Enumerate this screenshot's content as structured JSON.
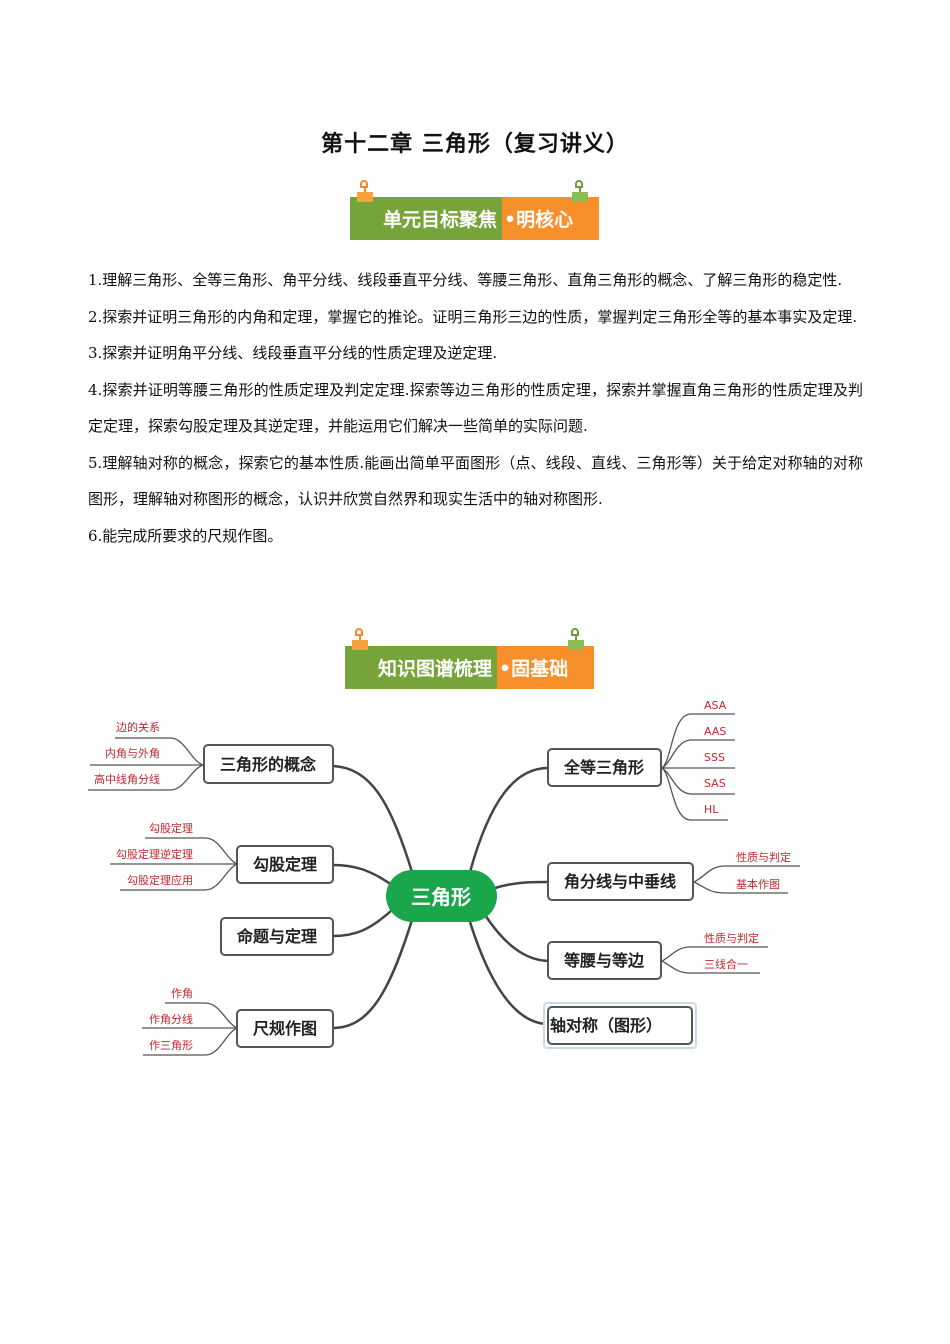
{
  "document": {
    "title": "第十二章 三角形（复习讲义）"
  },
  "banner_goals": {
    "main": "单元目标聚焦",
    "sub": "•明核心",
    "colors": {
      "green": "#77a43a",
      "orange": "#f7902b"
    }
  },
  "goals": [
    "1.理解三角形、全等三角形、角平分线、线段垂直平分线、等腰三角形、直角三角形的概念、了解三角形的稳定性.",
    "2.探索并证明三角形的内角和定理，掌握它的推论。证明三角形三边的性质，掌握判定三角形全等的基本事实及定理.",
    "3.探索并证明角平分线、线段垂直平分线的性质定理及逆定理.",
    "4.探索并证明等腰三角形的性质定理及判定定理.探索等边三角形的性质定理，探索并掌握直角三角形的性质定理及判定定理，探索勾股定理及其逆定理，并能运用它们解决一些简单的实际问题.",
    "5.理解轴对称的概念，探索它的基本性质.能画出简单平面图形（点、线段、直线、三角形等）关于给定对称轴的对称图形，理解轴对称图形的概念，认识并欣赏自然界和现实生活中的轴对称图形.",
    "6.能完成所要求的尺规作图。"
  ],
  "banner_map": {
    "main": "知识图谱梳理",
    "sub": "•固基础"
  },
  "mindmap": {
    "center": {
      "label": "三角形",
      "color": "#1aa64b"
    },
    "left": [
      {
        "label": "三角形的概念",
        "children": [
          "边的关系",
          "内角与外角",
          "高中线角分线"
        ]
      },
      {
        "label": "勾股定理",
        "children": [
          "勾股定理",
          "勾股定理逆定理",
          "勾股定理应用"
        ]
      },
      {
        "label": "命题与定理",
        "children": []
      },
      {
        "label": "尺规作图",
        "children": [
          "作角",
          "作角分线",
          "作三角形"
        ]
      }
    ],
    "right": [
      {
        "label": "全等三角形",
        "children": [
          "ASA",
          "AAS",
          "SSS",
          "SAS",
          "HL"
        ]
      },
      {
        "label": "角分线与中垂线",
        "children": [
          "性质与判定",
          "基本作图"
        ]
      },
      {
        "label": "等腰与等边",
        "children": [
          "性质与判定",
          "三线合一"
        ]
      },
      {
        "label": "轴对称（图形）",
        "children": []
      }
    ],
    "leaf_color": "#c0282d",
    "line_color": "#444444"
  }
}
